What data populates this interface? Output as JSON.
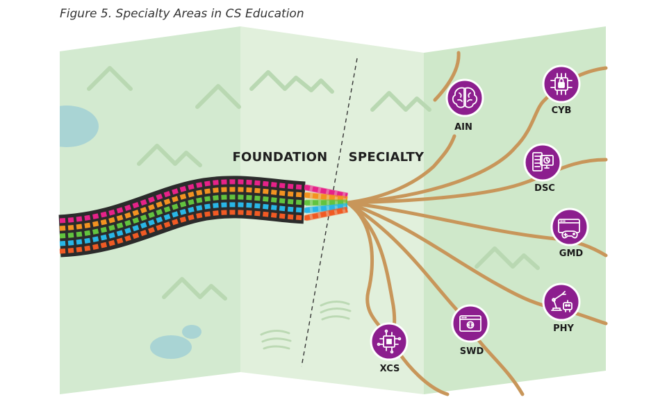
{
  "caption": "Figure 5. Specialty Areas in CS Education",
  "regions": {
    "foundation": "FOUNDATION",
    "specialty": "SPECIALTY"
  },
  "colors": {
    "map_light": "#d7ecd2",
    "map_mid": "#c7e4c0",
    "map_fold": "#e2f1dc",
    "mountain": "#b7d8ae",
    "water": "#a7d3d6",
    "road": "#c79556",
    "badge": "#8c1e8e",
    "badge_ring": "#ffffff",
    "stripes": [
      "#e62289",
      "#f29221",
      "#62c33f",
      "#29b6e6",
      "#f05a24"
    ]
  },
  "specialties": [
    {
      "code": "AIN",
      "icon": "brain-icon"
    },
    {
      "code": "CYB",
      "icon": "security-lock-icon"
    },
    {
      "code": "DSC",
      "icon": "data-analytics-icon"
    },
    {
      "code": "GMD",
      "icon": "game-controller-icon"
    },
    {
      "code": "PHY",
      "icon": "robot-arm-icon"
    },
    {
      "code": "SWD",
      "icon": "software-window-icon"
    },
    {
      "code": "XCS",
      "icon": "circuit-chip-icon"
    }
  ]
}
